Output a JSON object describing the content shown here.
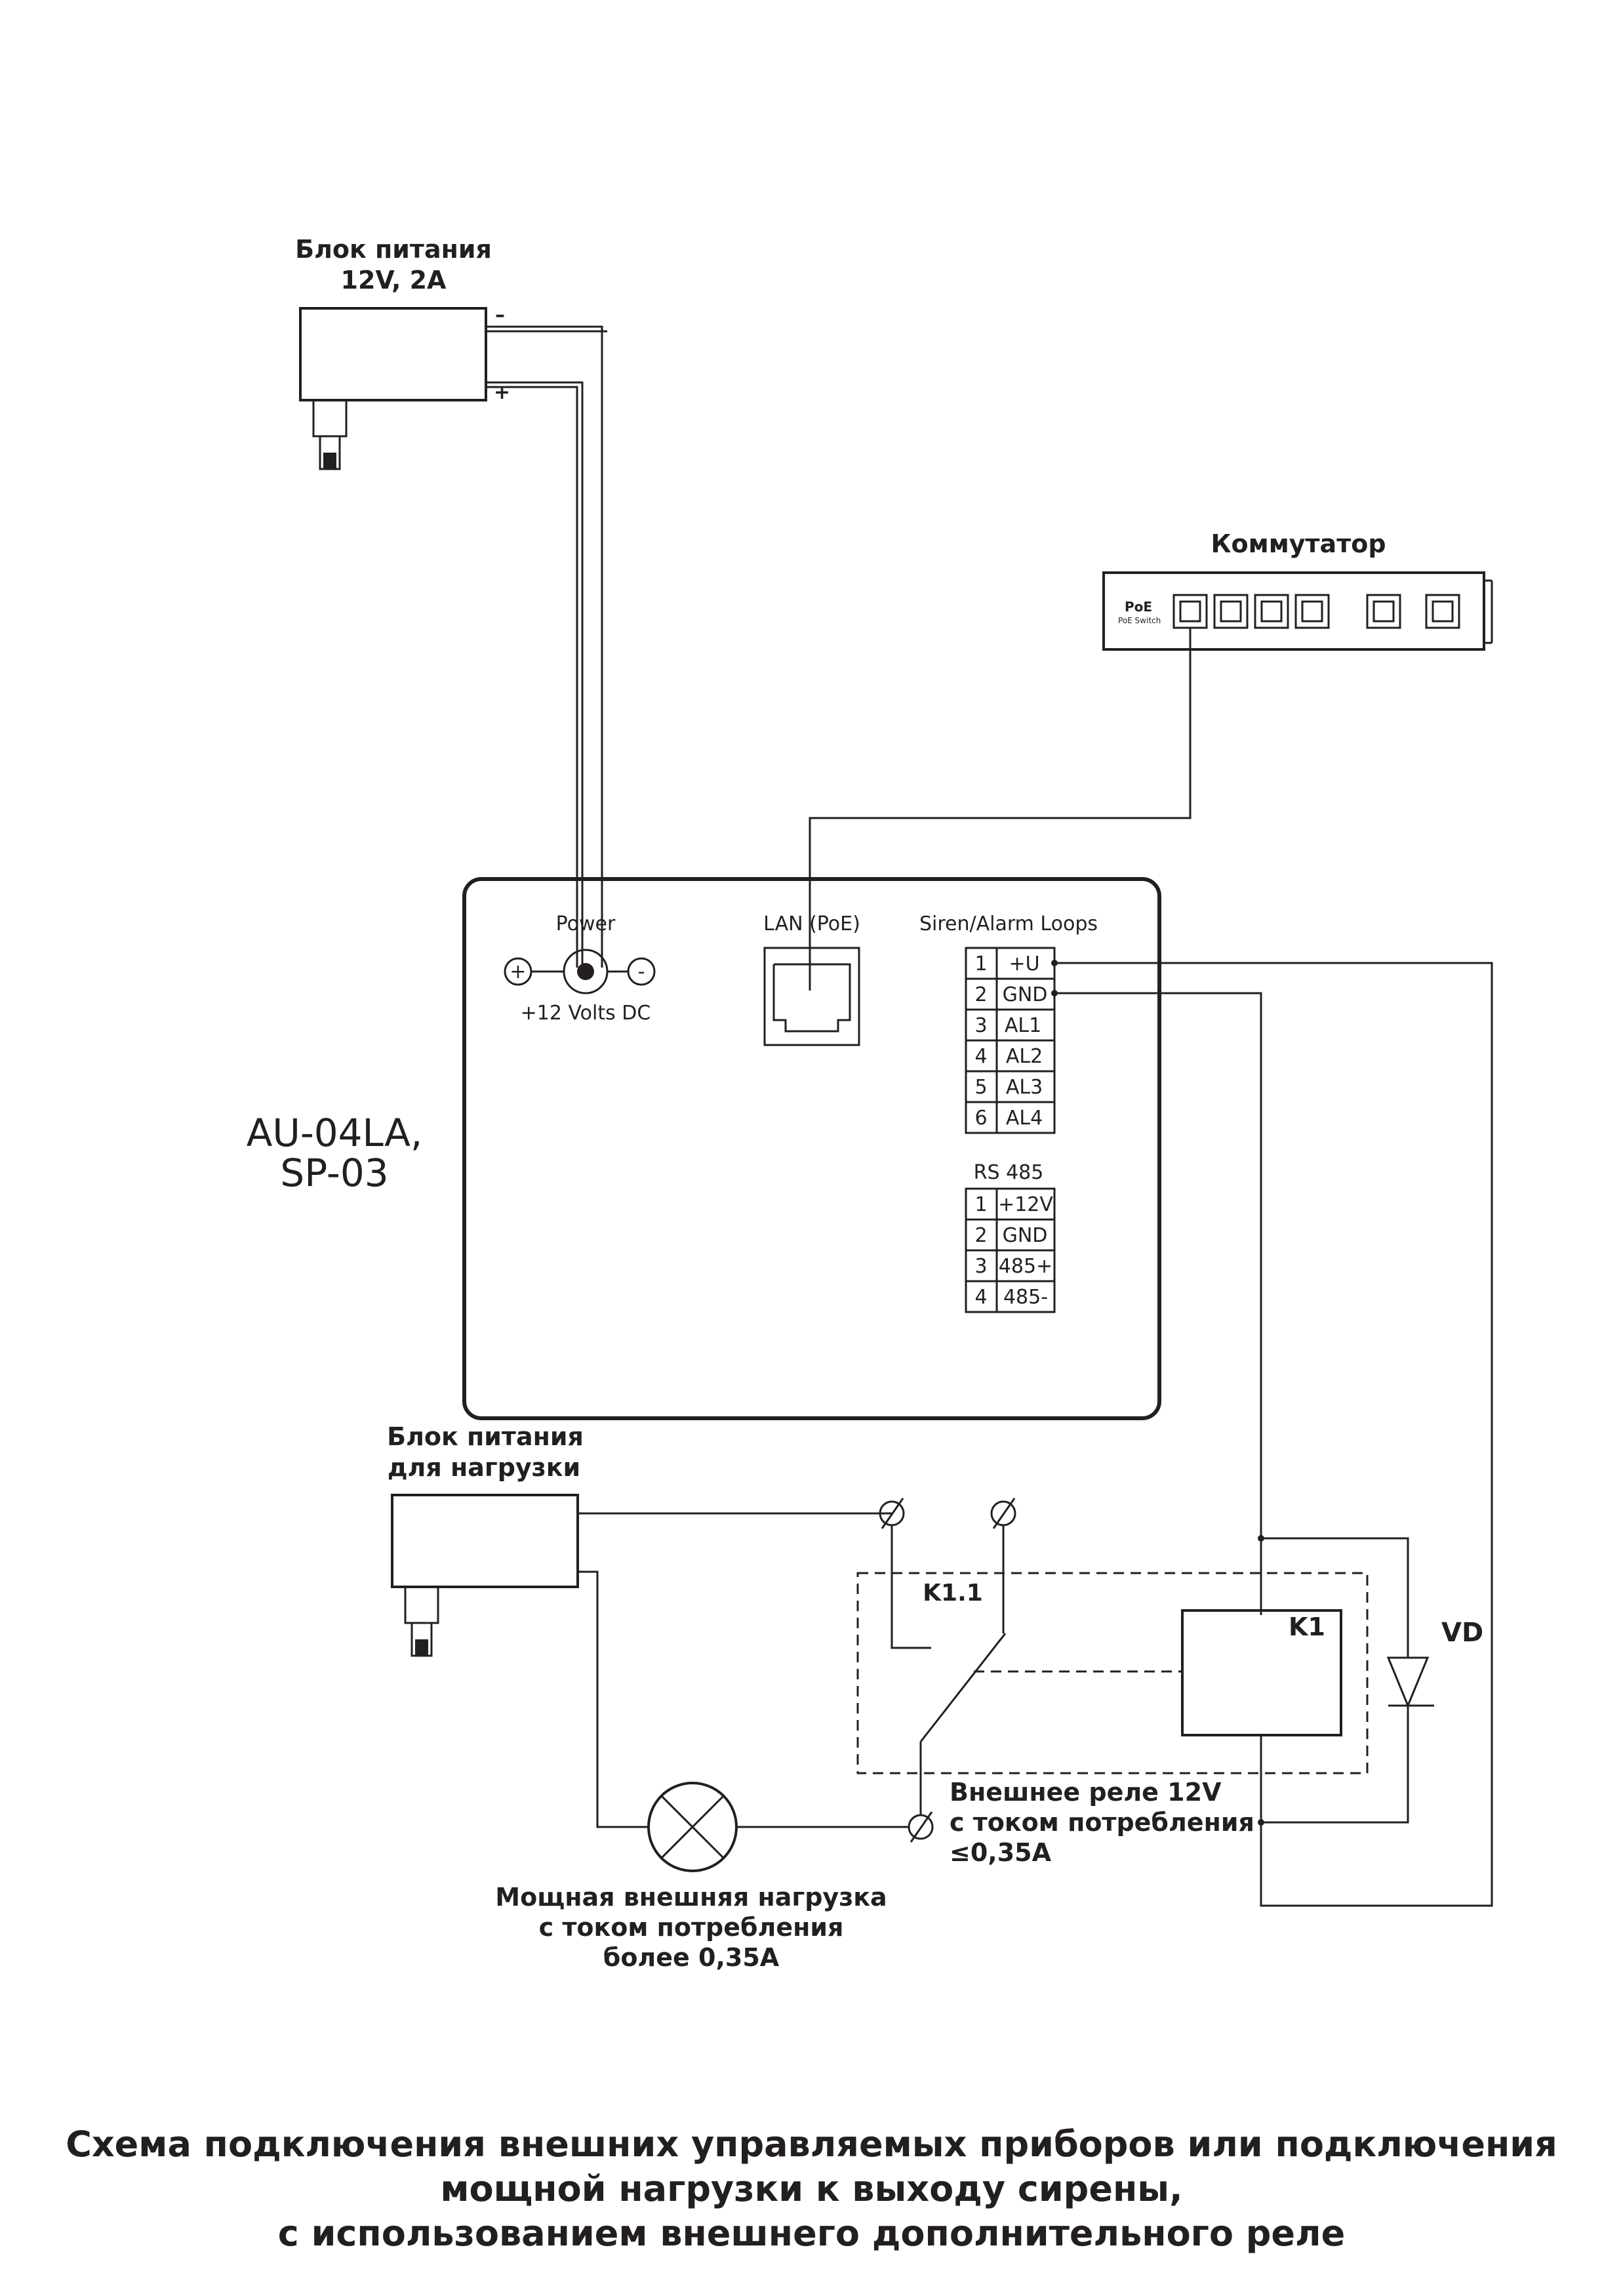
{
  "psu_main": {
    "title_line1": "Блок питания",
    "title_line2": "12V, 2A",
    "minus": "–",
    "plus": "+"
  },
  "switch": {
    "title": "Коммутатор",
    "brand": "PoE",
    "brand_sub": "PoE Switch"
  },
  "device": {
    "model_line1": "AU-04LA,",
    "model_line2": "SP-03",
    "power_label": "Power",
    "power_plus": "+",
    "power_minus": "-",
    "power_voltage": "+12 Volts DC",
    "lan_label": "LAN (PoE)",
    "siren_label": "Siren/Alarm Loops",
    "siren_terminals": [
      {
        "num": "1",
        "name": "+U"
      },
      {
        "num": "2",
        "name": "GND"
      },
      {
        "num": "3",
        "name": "AL1"
      },
      {
        "num": "4",
        "name": "AL2"
      },
      {
        "num": "5",
        "name": "AL3"
      },
      {
        "num": "6",
        "name": "AL4"
      }
    ],
    "rs485_label": "RS 485",
    "rs485_terminals": [
      {
        "num": "1",
        "name": "+12V"
      },
      {
        "num": "2",
        "name": "GND"
      },
      {
        "num": "3",
        "name": "485+"
      },
      {
        "num": "4",
        "name": "485-"
      }
    ]
  },
  "psu_load": {
    "title_line1": "Блок питания",
    "title_line2": "для нагрузки"
  },
  "relay": {
    "contact_label": "K1.1",
    "coil_label": "K1",
    "diode_label": "VD",
    "desc_line1": "Внешнее реле 12V",
    "desc_line2": "с током потребления",
    "desc_line3": "≤0,35A"
  },
  "load": {
    "desc_line1": "Мощная внешняя нагрузка",
    "desc_line2": "с током потребления",
    "desc_line3": "более 0,35А"
  },
  "caption": {
    "line1": "Схема подключения внешних управляемых приборов или подключения",
    "line2": "мощной нагрузки к выходу сирены,",
    "line3": "с использованием внешнего дополнительного реле"
  }
}
